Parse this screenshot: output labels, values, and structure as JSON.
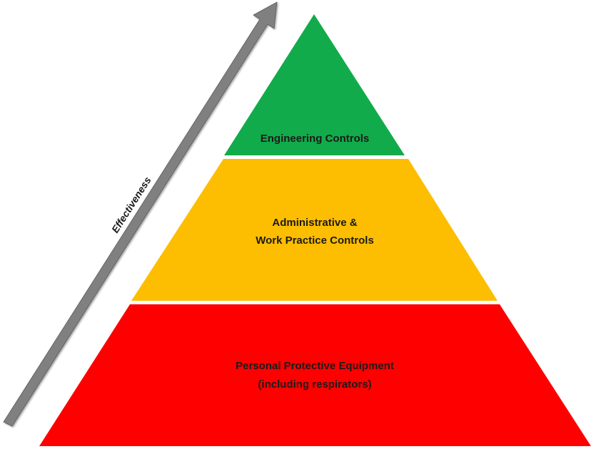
{
  "axis": {
    "label": "Effectiveness"
  },
  "tiers": [
    {
      "label_lines": [
        "Engineering Controls"
      ],
      "color": "#12AB4B"
    },
    {
      "label_lines": [
        "Administrative &",
        "Work Practice Controls"
      ],
      "color": "#FDBE01"
    },
    {
      "label_lines": [
        "Personal Protective Equipment",
        "(including respirators)"
      ],
      "color": "#FE0000"
    }
  ],
  "colors": {
    "arrow": "#808080",
    "arrow_edge": "#5a5a5a",
    "divider": "#ffffff"
  }
}
